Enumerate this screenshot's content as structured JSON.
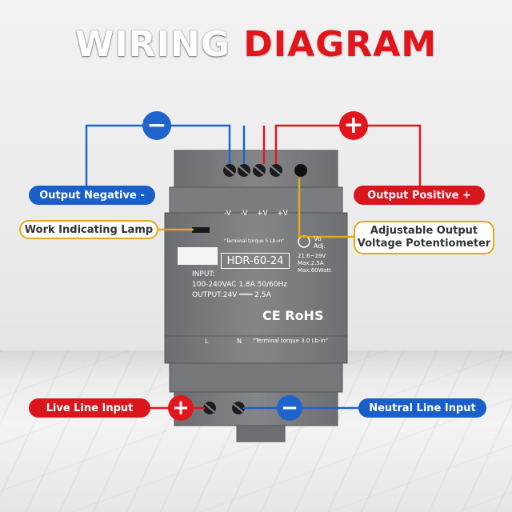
{
  "title": {
    "word1": "WIRING",
    "word2": "DIAGRAM"
  },
  "labels": {
    "output_negative": "Output Negative -",
    "output_positive": "Output Positive +",
    "work_lamp": "Work Indicating Lamp",
    "adjustable": "Adjustable Output Voltage Potentiometer",
    "adjustable_line1": "Adjustable Output",
    "adjustable_line2": "Voltage Potentiometer",
    "live_input": "Live Line Input",
    "neutral_input": "Neutral Line Input"
  },
  "symbols": {
    "minus": "−",
    "plus": "+"
  },
  "device": {
    "terminal_labels": [
      "-V",
      "-V",
      "+V",
      "+V"
    ],
    "terminal_torque_top": "\"Terminal torque 5 Lb-in\"",
    "vo_adj": "Vo Adj.",
    "range": "21.6~29V",
    "max_current": "Max.2.5A",
    "max_watt": "Max.60Watt",
    "model": "HDR-60-24",
    "input_label": "INPUT:",
    "input_spec": "100-240VAC 1.8A  50/60Hz",
    "output_spec": "OUTPUT:24V ═══ 2.5A",
    "cert": "CE RoHS",
    "bottom_L": "L",
    "bottom_N": "N",
    "terminal_torque_bottom": "\"Terminal torque 3.0 Lb-in\""
  },
  "colors": {
    "blue": "#1a5fc7",
    "red": "#d9161d",
    "yellow": "#e3a91a",
    "device": "#7a7b7f"
  }
}
